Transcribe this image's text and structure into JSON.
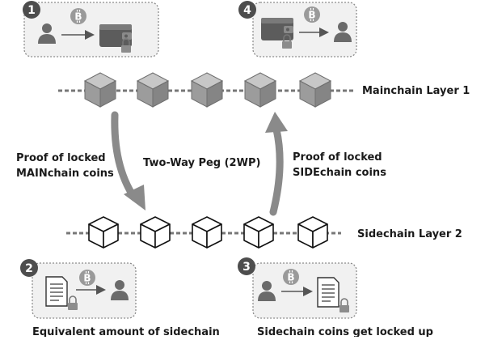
{
  "layers": {
    "mainchain": "Mainchain Layer 1",
    "sidechain": "Sidechain Layer 2"
  },
  "peg_label": "Two-Way Peg (2WP)",
  "proof_main": [
    "Proof of locked",
    "MAINchain coins"
  ],
  "proof_side": [
    "Proof of locked",
    "SIDEchain coins"
  ],
  "steps": {
    "step1": {
      "number": "1"
    },
    "step2": {
      "number": "2",
      "caption": "Equivalent amount of sidechain"
    },
    "step3": {
      "number": "3",
      "caption": "Sidechain coins get locked up"
    },
    "step4": {
      "number": "4"
    }
  },
  "bitcoin_symbol": "B",
  "colors": {
    "panel_fill": "#f1f1f1",
    "panel_stroke": "#8c8c8c",
    "badge": "#4d4d4d",
    "bitcoin": "#9a9a9a",
    "arrow": "#8a8a8a",
    "block_gray": "#a8a8a8",
    "chain": "#777777"
  },
  "icons": [
    "user-icon",
    "wallet-icon",
    "document-icon",
    "lock-icon",
    "bitcoin-icon",
    "arrow-right-icon"
  ]
}
